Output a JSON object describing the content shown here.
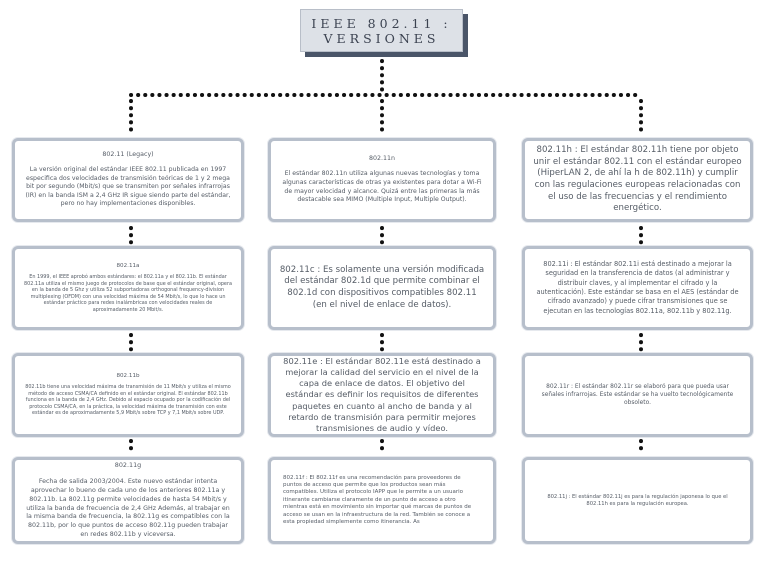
{
  "title": "IEEE 802.11 :\nVERSIONES",
  "boxes": {
    "legacy": {
      "title": "802.11 (Legacy)",
      "body": "La versión original del estándar IEEE 802.11 publicada en 1997 especifica dos velocidades de transmisión teóricas de 1 y 2 mega bit por segundo (Mbit/s) que se transmiten por señales infrarrojas (IR) en la banda ISM a 2,4 GHz IR sigue siendo parte del estándar, pero no hay implementaciones disponibles."
    },
    "n": {
      "title": "802.11n",
      "body": "El estándar 802.11n utiliza algunas nuevas tecnologías y toma algunas características de otras ya existentes para dotar a Wi-Fi de mayor velocidad y alcance. Quizá entre las primeras la más destacable sea MIMO (Multiple Input, Multiple Output)."
    },
    "h": {
      "text": "802.11h : El estándar 802.11h tiene por objeto unir el estándar 802.11 con el estándar europeo (HiperLAN 2, de ahí la h de 802.11h) y cumplir con las regulaciones europeas relacionadas con el uso de las frecuencias y el rendimiento energético."
    },
    "a": {
      "title": "802.11a",
      "body": "En 1999, el IEEE aprobó ambos estándares: el 802.11a y el 802.11b. El estándar 802.11a utiliza el mismo juego de protocolos de base que el estándar original, opera en la banda de 5 Ghz y utiliza 52 subportadoras orthogonal frequency-division multiplexing (OFDM) con una velocidad máxima de 54 Mbit/s, lo que lo hace un estándar práctico para redes inalámbricas con velocidades reales de aproximadamente 20 Mbit/s."
    },
    "c": {
      "text": "802.11c : Es solamente una versión modificada del estándar 802.1d que permite combinar el 802.1d con dispositivos compatibles 802.11 (en el nivel de enlace de datos)."
    },
    "i": {
      "text": "802.11i : El estándar 802.11i está destinado a mejorar la seguridad en la transferencia de datos (al administrar y distribuir claves, y al implementar el cifrado y la autenticación). Este estándar se basa en el AES (estándar de cifrado avanzado) y puede cifrar transmisiones que se ejecutan en las tecnologías 802.11a, 802.11b y 802.11g."
    },
    "b": {
      "title": "802.11b",
      "body": "802.11b tiene una velocidad máxima de transmisión de 11 Mbit/s y utiliza el mismo método de acceso CSMA/CA definido en el estándar original. El estándar 802.11b funciona en la banda de 2,4 GHz. Debido al espacio ocupado por la codificación del protocolo CSMA/CA, en la práctica, la velocidad máxima de transmisión con este estándar es de aproximadamente 5,9 Mbit/s sobre TCP y 7,1 Mbit/s sobre UDP."
    },
    "e": {
      "text": "802.11e : El estándar 802.11e está destinado a mejorar la calidad del servicio en el nivel de la capa de enlace de datos. El objetivo del estándar es definir los requisitos de diferentes paquetes en cuanto al ancho de banda y al retardo de transmisión para permitir mejores transmisiones de audio y vídeo."
    },
    "r": {
      "text": "802.11r : El estándar 802.11r se elaboró para que pueda usar señales infrarrojas. Este estándar se ha vuelto tecnológicamente obsoleto."
    },
    "g": {
      "title": "802.11g",
      "body": "Fecha de salida 2003/2004. Este nuevo estándar intenta aprovechar lo bueno de cada uno de los anteriores 802.11a y 802.11b. La 802.11g permite velocidades de hasta 54 Mbit/s y utiliza la banda de frecuencia de 2,4 GHz Además, al trabajar en la misma banda de frecuencia, la 802.11g es compatibles con la 802.11b, por lo que puntos de acceso 802.11g pueden trabajar en redes 802.11b y viceversa."
    },
    "f": {
      "text": "802.11f : El 802.11f es una recomendación para proveedores de puntos de acceso que permite que los productos sean más compatibles. Utiliza el protocolo IAPP que le permite a un usuario itinerante cambiarse claramente de un punto de acceso a otro mientras está en movimiento sin importar qué marcas de puntos de acceso se usan en la infraestructura de la red. También se conoce a esta propiedad simplemente como itinerancia. As"
    },
    "j": {
      "text": "802.11j : El estándar 802.11j es para la regulación japonesa lo que el 802.11h es para la regulación europea."
    }
  },
  "colors": {
    "box_border": "#b7bfcb",
    "title_bg": "#dde1e7",
    "title_shadow": "#4a5568",
    "dots": "#111111",
    "text": "#555c66"
  }
}
